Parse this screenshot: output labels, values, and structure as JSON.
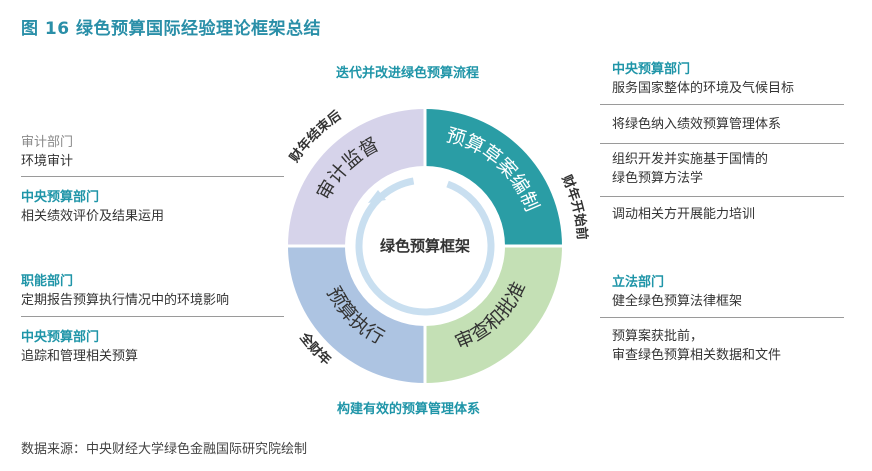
{
  "title": "图 16 绿色预算国际经验理论框架总结",
  "source": "数据来源：中央财经大学绿色金融国际研究院绘制",
  "captions": {
    "top": "迭代并改进绿色预算流程",
    "bottom": "构建有效的预算管理体系"
  },
  "center": "绿色预算框架",
  "segments": {
    "draft": "预算草案编制",
    "approve": "审查和批准",
    "execute": "预算执行",
    "audit": "审计监督"
  },
  "timing": {
    "start": "财年开始前",
    "during": "全财年",
    "end": "财年结束后"
  },
  "colors": {
    "draft": "#2a9da5",
    "approve": "#c4e0b5",
    "execute": "#adc4e2",
    "audit": "#d6d3ea",
    "accent": "#1f95a8"
  },
  "left": {
    "audit_dept": {
      "name": "审计部门",
      "line1": "环境审计"
    },
    "central_eval": {
      "name": "中央预算部门",
      "line1": "相关绩效评价及结果运用"
    },
    "functional": {
      "name": "职能部门",
      "line1": "定期报告预算执行情况中的环境影响"
    },
    "central_track": {
      "name": "中央预算部门",
      "line1": "追踪和管理相关预算"
    }
  },
  "right": {
    "central": {
      "name": "中央预算部门",
      "line1": "服务国家整体的环境及气候目标"
    },
    "item2": {
      "line1": "将绿色纳入绩效预算管理体系"
    },
    "item3": {
      "line1": "组织开发并实施基于国情的",
      "line2": "绿色预算方法学"
    },
    "item4": {
      "line1": "调动相关方开展能力培训"
    },
    "legislative": {
      "name": "立法部门",
      "line1": "健全绿色预算法律框架"
    },
    "item6": {
      "line1": "预算案获批前，",
      "line2": "审查绿色预算相关数据和文件"
    }
  }
}
